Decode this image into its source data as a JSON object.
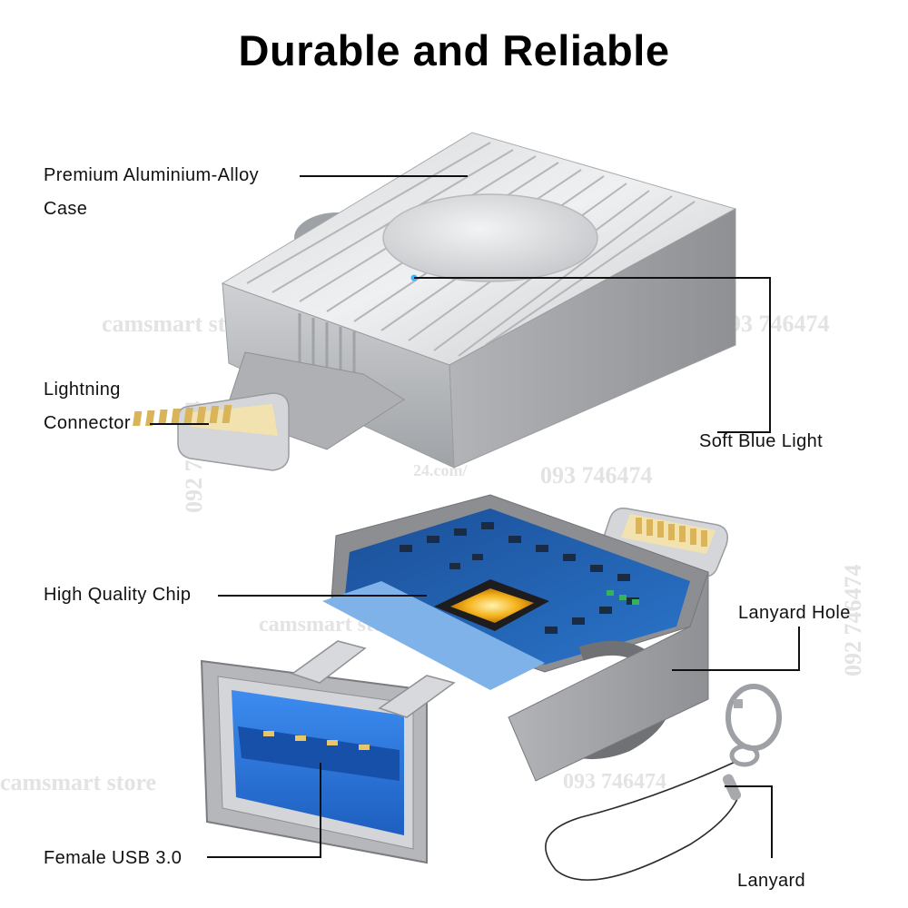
{
  "title": "Durable and Reliable",
  "callouts": {
    "case": {
      "line1": "Premium Aluminium-Alloy",
      "line2": "Case"
    },
    "lightning": {
      "line1": "Lightning",
      "line2": "Connector"
    },
    "blue_light": "Soft Blue Light",
    "chip": "High Quality Chip",
    "lanyard_hole": "Lanyard Hole",
    "usb": "Female USB 3.0",
    "lanyard": "Lanyard"
  },
  "watermark": {
    "store": "camsmart store",
    "phone": "093 746474",
    "phone_alt": "092 746474",
    "url_fragment": "24.com/"
  },
  "colors": {
    "metal_light": "#e2e3e5",
    "metal_mid": "#b9bbbe",
    "metal_dark": "#8c8e92",
    "pcb_blue": "#1f63b0",
    "usb_blue": "#2f7fe0",
    "chip_glow": "#f4b21c",
    "gold_pins": "#d9b45a",
    "led_blue": "#37b6ff"
  }
}
